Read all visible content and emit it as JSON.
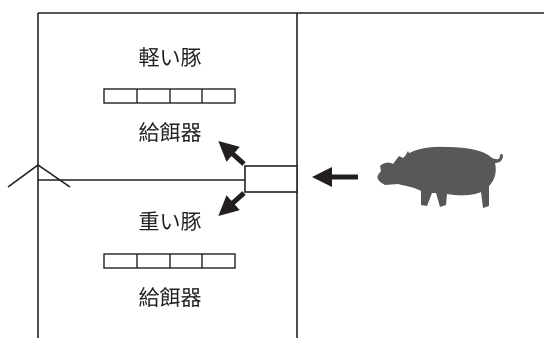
{
  "upper_pen": {
    "title": "軽い豚",
    "feeder_label": "給餌器",
    "feeder_slots": 4
  },
  "lower_pen": {
    "title": "重い豚",
    "feeder_label": "給餌器",
    "feeder_slots": 4
  },
  "icons": {
    "pig": "pig-silhouette-icon",
    "sorting_gate": "sorting-scale-gate-icon",
    "arrows": [
      "entry-arrow-icon",
      "arrow-to-light-pen-icon",
      "arrow-to-heavy-pen-icon"
    ]
  },
  "colors": {
    "line": "#231f20",
    "pig": "#595757",
    "background": "#ffffff"
  }
}
